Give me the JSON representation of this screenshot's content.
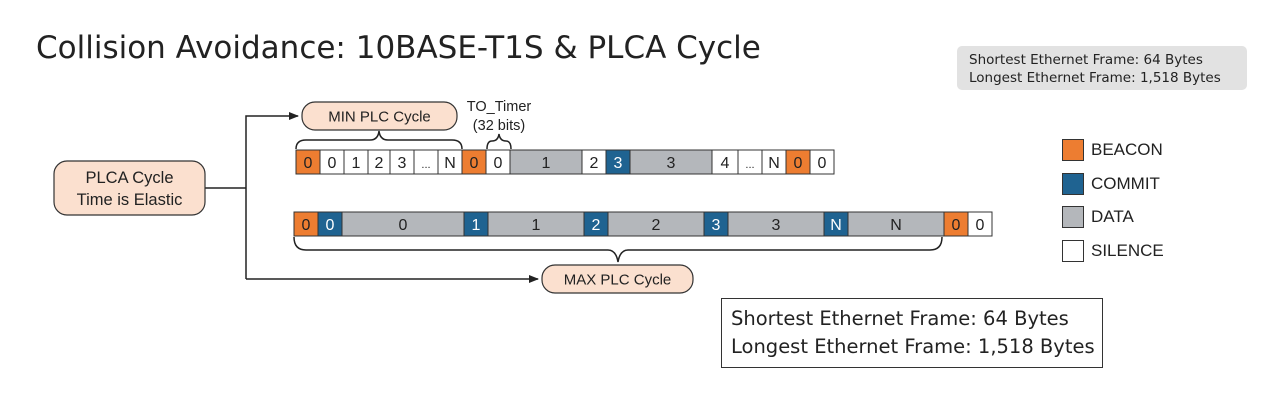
{
  "title": "Collision Avoidance: 10BASE-T1S & PLCA Cycle",
  "notes": {
    "gray_line1": "Shortest Ethernet Frame: 64 Bytes",
    "gray_line2": "Longest Ethernet Frame: 1,518 Bytes",
    "box_line1": "Shortest Ethernet Frame: 64 Bytes",
    "box_line2": "Longest Ethernet Frame: 1,518 Bytes"
  },
  "labels": {
    "plca_line1": "PLCA Cycle",
    "plca_line2": "Time is Elastic",
    "min_cycle": "MIN PLC Cycle",
    "max_cycle": "MAX PLC Cycle",
    "to_timer_line1": "TO_Timer",
    "to_timer_line2": "(32 bits)"
  },
  "colors": {
    "beacon": "#ED7D31",
    "commit": "#1F6391",
    "data": "#B4B7BB",
    "silence": "#FFFFFF",
    "callout_fill": "#FBE0CF"
  },
  "legend": [
    {
      "key": "beacon",
      "label": "BEACON"
    },
    {
      "key": "commit",
      "label": "COMMIT"
    },
    {
      "key": "data",
      "label": "DATA"
    },
    {
      "key": "silence",
      "label": "SILENCE"
    }
  ],
  "row_min": [
    {
      "type": "beacon",
      "label": "0"
    },
    {
      "type": "silence",
      "label": "0"
    },
    {
      "type": "silence",
      "label": "1"
    },
    {
      "type": "silence",
      "label": "2"
    },
    {
      "type": "silence",
      "label": "3"
    },
    {
      "type": "silence",
      "label": "..."
    },
    {
      "type": "silence",
      "label": "N"
    },
    {
      "type": "beacon",
      "label": "0"
    },
    {
      "type": "silence",
      "label": "0"
    },
    {
      "type": "data",
      "label": "1"
    },
    {
      "type": "silence",
      "label": "2"
    },
    {
      "type": "commit",
      "label": "3"
    },
    {
      "type": "data",
      "label": "3"
    },
    {
      "type": "silence",
      "label": "4"
    },
    {
      "type": "silence",
      "label": "..."
    },
    {
      "type": "silence",
      "label": "N"
    },
    {
      "type": "beacon",
      "label": "0"
    },
    {
      "type": "silence",
      "label": "0"
    }
  ],
  "row_max": [
    {
      "type": "beacon",
      "label": "0"
    },
    {
      "type": "commit",
      "label": "0"
    },
    {
      "type": "data",
      "label": "0"
    },
    {
      "type": "commit",
      "label": "1"
    },
    {
      "type": "data",
      "label": "1"
    },
    {
      "type": "commit",
      "label": "2"
    },
    {
      "type": "data",
      "label": "2"
    },
    {
      "type": "commit",
      "label": "3"
    },
    {
      "type": "data",
      "label": "3"
    },
    {
      "type": "commit",
      "label": "N"
    },
    {
      "type": "data",
      "label": "N"
    },
    {
      "type": "beacon",
      "label": "0"
    },
    {
      "type": "silence",
      "label": "0"
    }
  ]
}
